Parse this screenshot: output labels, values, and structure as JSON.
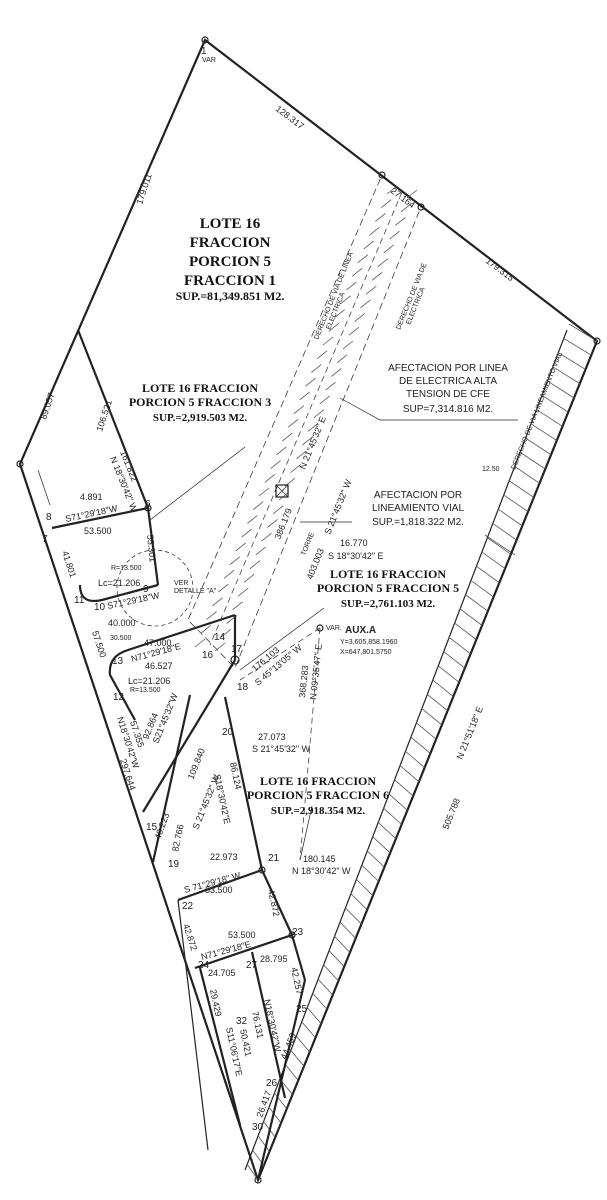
{
  "labels": {
    "lot_main": [
      "LOTE 16",
      "FRACCION",
      "PORCION 5",
      "FRACCION 1"
    ],
    "lot_main_area": "SUP.=81,349.851 M2.",
    "lot3": [
      "LOTE 16 FRACCION",
      "PORCION 5 FRACCION 3"
    ],
    "lot3_area": "SUP.=2,919.503 M2.",
    "lot5": [
      "LOTE 16 FRACCION",
      "PORCION 5 FRACCION 5"
    ],
    "lot5_area": "SUP.=2,761.103 M2.",
    "lot6": [
      "LOTE 16 FRACCION",
      "PORCION 5 FRACCION 6"
    ],
    "lot6_area": "SUP.=2,918.354 M2.",
    "afect_cfe": [
      "AFECTACION POR LINEA",
      "DE ELECTRICA ALTA",
      "TENSION DE CFE"
    ],
    "afect_cfe_area": "SUP=7,314.816 M2.",
    "afect_vial": [
      "AFECTACION POR",
      "LINEAMIENTO VIAL"
    ],
    "afect_vial_area": "SUP.=1,818.322 M2.",
    "aux_title": "AUX.A",
    "aux_y": "Y=3,605,858.1960",
    "aux_x": "X=647,801.5750",
    "var": "VAR.",
    "var1": "VAR",
    "ver_detalle": [
      "VER",
      "DETALLE \"A\""
    ],
    "torre": "TORRE",
    "derecho1": [
      "DERECHO DE VIA DE LINEA",
      "ELECTRICA"
    ],
    "derecho2": [
      "DERECHO DE VIA DE",
      "ELECTRICA"
    ],
    "derecho_vial": "DERECHO DE VIA LINEAMIENTO VIAL",
    "w1250": "12.50"
  },
  "points": [
    "1",
    "6",
    "7",
    "8",
    "9",
    "10",
    "11",
    "12",
    "13",
    "14",
    "15",
    "16",
    "17",
    "18",
    "19",
    "20",
    "21",
    "22",
    "23",
    "24",
    "25",
    "26",
    "27",
    "30",
    "32"
  ],
  "dims": {
    "d128": "128.317",
    "d179a": "179.011",
    "d27": "27.164",
    "d179b": "179.315",
    "d89": "89.057",
    "d106": "106.521",
    "d161": "161.822",
    "b161": "N 18°30'42\" W",
    "d4891": "4.891",
    "b8_6": "S71°29'18\"W",
    "d53a": "53.500",
    "d55": "55.301",
    "d41": "41.801",
    "r1": "R=13.500",
    "lc1": "Lc=21.206",
    "b10": "S71°29'18\"W",
    "d40": "40.000",
    "d57": "57.500",
    "d305": "30.500",
    "d47": "47.000",
    "b13_14": "N71°29'18\"E",
    "d46": "46.527",
    "lc2": "Lc=21.206",
    "r2": "R=13.500",
    "d92": "92.864",
    "b92": "S21°45'32\"W",
    "d57b": "57.355",
    "b57b": "N18°30'42\"W",
    "d297": "297.644",
    "d16770": "16.770",
    "b16770": "S 18°30'42\" E",
    "d176": "176.103",
    "b176": "S 45°13'05\" W",
    "d368": "368.283",
    "b368": "N 09°35'47\" E",
    "d386": "386.179",
    "b386": "N 21°45'32\" E",
    "d403": "403.003",
    "b403": "S 21°45'32\" W",
    "d27073": "27.073",
    "b27073": "S 21°45'32\" W",
    "d109": "109.840",
    "b109": "S 21°45'32\" W",
    "d86": "86.124",
    "b86": "S18°30'42\"E",
    "d40223": "40.223",
    "d82": "82.766",
    "d22973": "22.973",
    "b19_21": "S 71°29'18\" W",
    "d53b": "53.500",
    "d180": "180.145",
    "b180": "N 18°30'42\" W",
    "d42872a": "42.872",
    "d42872b": "42.872",
    "d53c": "53.500",
    "b24_23": "N71°29'18\"E",
    "d24705": "24.705",
    "d28795": "28.795",
    "d42257": "42.257",
    "d29429": "29.429",
    "b32": "S11°06'17\"E",
    "d50421": "50.421",
    "d76131": "76.131",
    "b27": "N18°30'42\"W",
    "d44459": "44.459",
    "d26417": "26.417",
    "d505": "505.788",
    "b505": "N 21°51'18\" E"
  },
  "colors": {
    "ink": "#222222",
    "paper": "#ffffff"
  }
}
